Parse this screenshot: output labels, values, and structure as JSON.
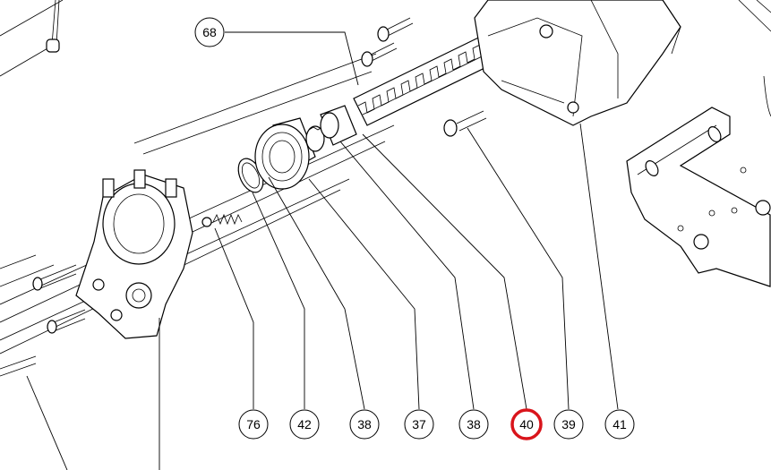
{
  "diagram": {
    "highlight_color": "#d9141b",
    "callouts": [
      {
        "id": "68",
        "label": "68",
        "highlighted": false
      },
      {
        "id": "76",
        "label": "76",
        "highlighted": false
      },
      {
        "id": "42",
        "label": "42",
        "highlighted": false
      },
      {
        "id": "38a",
        "label": "38",
        "highlighted": false
      },
      {
        "id": "37",
        "label": "37",
        "highlighted": false
      },
      {
        "id": "38b",
        "label": "38",
        "highlighted": false
      },
      {
        "id": "40",
        "label": "40",
        "highlighted": true
      },
      {
        "id": "39",
        "label": "39",
        "highlighted": false
      },
      {
        "id": "41",
        "label": "41",
        "highlighted": false
      }
    ]
  }
}
